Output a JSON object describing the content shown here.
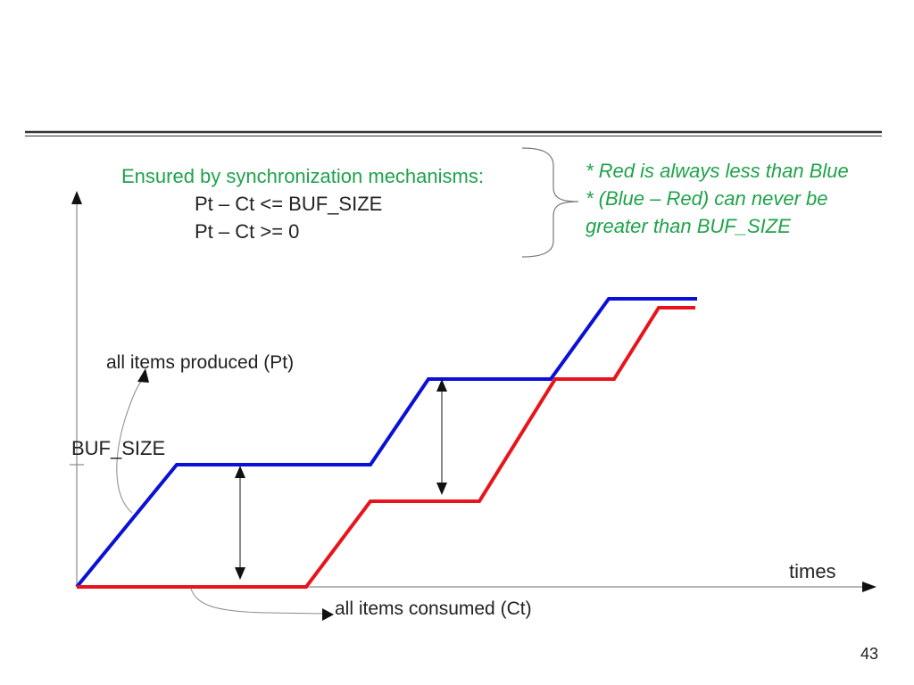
{
  "sync": {
    "heading": "Ensured by synchronization mechanisms:",
    "constraint_1": "Pt – Ct <=  BUF_SIZE",
    "constraint_2": "Pt – Ct >= 0"
  },
  "notes": {
    "line_1": "* Red is always less than Blue",
    "line_2": "* (Blue – Red) can never be",
    "line_3": "greater than BUF_SIZE"
  },
  "labels": {
    "produced": "all items produced (Pt)",
    "buf_size": "BUF_SIZE",
    "times": "times",
    "consumed": "all items consumed (Ct)"
  },
  "page_number": "43",
  "colors": {
    "produced": "#0a10d6",
    "consumed": "#e8141b",
    "note_text": "#1ea34a",
    "axis": "#8a8a8a"
  }
}
